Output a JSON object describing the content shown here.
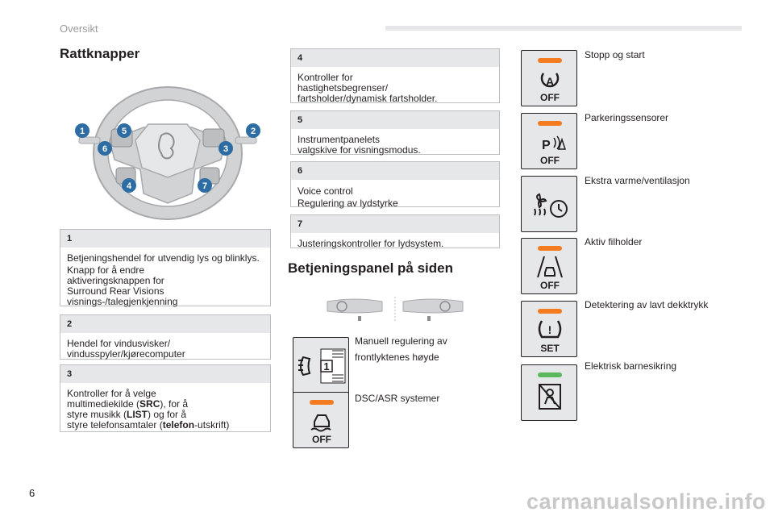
{
  "header": {
    "section": "Oversikt"
  },
  "left": {
    "title": "Rattknapper",
    "wheel_callouts": [
      "1",
      "2",
      "3",
      "4",
      "5",
      "6",
      "7"
    ],
    "items": [
      {
        "num": "1",
        "lines": [
          "Betjeningshendel for utvendig lys og blinklys.",
          "Knapp for å endre",
          "aktiveringsknappen for",
          "Surround Rear Visions",
          "visnings-/talegjenkjenning"
        ]
      },
      {
        "num": "2",
        "lines": [
          "Hendel for vindusvisker/",
          "vindusspyler/kjørecomputer"
        ]
      },
      {
        "num": "3",
        "rich": {
          "l1": "Kontroller for å velge",
          "l2a": "multimediekilde (",
          "l2b": "SRC",
          "l2c": "), for å",
          "l3a": "styre musikk (",
          "l3b": "LIST",
          "l3c": ") og for å",
          "l4a": "styre telefonsamtaler (",
          "l4b": "telefon",
          "l4c": "-utskrift)"
        }
      }
    ]
  },
  "middle": {
    "items": [
      {
        "num": "4",
        "lines": [
          "Kontroller for",
          "hastighetsbegrenser/",
          "fartsholder/dynamisk fartsholder."
        ]
      },
      {
        "num": "5",
        "lines": [
          "Instrumentpanelets",
          "valgskive for visningsmodus."
        ]
      },
      {
        "num": "6",
        "lines": [
          "Voice control",
          "Regulering av lydstyrke"
        ]
      },
      {
        "num": "7",
        "lines": [
          "Justeringskontroller for lydsystem."
        ]
      }
    ],
    "side_panel_title": "Betjeningspanel på siden",
    "side_controls": [
      {
        "label_lines": [
          "Manuell regulering av",
          "frontlyktenes høyde"
        ],
        "icon": "headlamp-level-icon",
        "level": "1"
      },
      {
        "label_lines": [
          "DSC/ASR systemer"
        ],
        "icon": "dsc-off-icon",
        "led": "#f47b20",
        "off_text": "OFF"
      }
    ]
  },
  "right": {
    "controls": [
      {
        "label": "Stopp og start",
        "icon": "stop-start-icon",
        "led": "#f47b20",
        "off_text": "OFF"
      },
      {
        "label": "Parkeringssensorer",
        "icon": "park-sensor-icon",
        "led": "#f47b20",
        "off_text": "OFF"
      },
      {
        "label": "Ekstra varme/ventilasjon",
        "icon": "aux-heating-icon"
      },
      {
        "label": "Aktiv filholder",
        "icon": "lane-keep-icon",
        "led": "#f47b20",
        "off_text": "OFF"
      },
      {
        "label": "Detektering av lavt dekktrykk",
        "icon": "tyre-pressure-icon",
        "led": "#f47b20",
        "set_text": "SET"
      },
      {
        "label": "Elektrisk barnesikring",
        "icon": "child-lock-icon",
        "led": "#5cb85c"
      }
    ]
  },
  "footer": {
    "page": "6",
    "watermark": "carmanualsonline.info"
  }
}
